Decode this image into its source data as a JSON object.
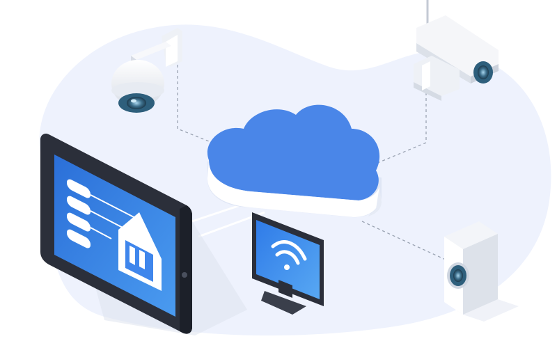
{
  "scene": {
    "title": "",
    "nodes": [
      {
        "id": "cloud",
        "icon": "cloud-icon",
        "kind": "cloud service"
      },
      {
        "id": "dome-camera",
        "icon": "dome-camera-icon",
        "kind": "security camera"
      },
      {
        "id": "bullet-camera",
        "icon": "bullet-camera-icon",
        "kind": "security camera"
      },
      {
        "id": "cube-camera",
        "icon": "cube-camera-icon",
        "kind": "security camera"
      },
      {
        "id": "tablet",
        "icon": "tablet-icon",
        "kind": "control panel",
        "screen_icon": "house-menu-icon"
      },
      {
        "id": "monitor",
        "icon": "monitor-icon",
        "kind": "display",
        "screen_icon": "wifi-icon"
      }
    ],
    "links": [
      {
        "from": "dome-camera",
        "to": "cloud",
        "style": "dashed"
      },
      {
        "from": "bullet-camera",
        "to": "cloud",
        "style": "dashed"
      },
      {
        "from": "cube-camera",
        "to": "cloud",
        "style": "dashed"
      },
      {
        "from": "tablet",
        "to": "cloud",
        "style": "solid"
      },
      {
        "from": "monitor",
        "to": "cloud",
        "style": "solid"
      }
    ]
  },
  "colors": {
    "background_blob": "#eef2fd",
    "cloud": "#4a86e8",
    "cloud_dark": "#3f72d6",
    "screen": "#2f7be8",
    "device_body": "#2b2f3a",
    "device_white": "#f4f6fa",
    "lens": "#3d6f8c",
    "link_line": "#9aa3b2"
  }
}
